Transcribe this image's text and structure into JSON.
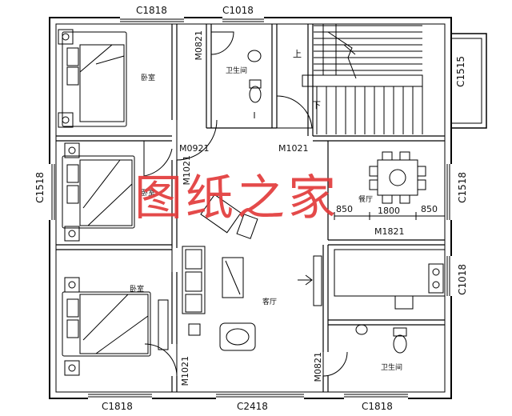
{
  "watermark": "图纸之家",
  "windows": {
    "top_left": "C1818",
    "top_mid": "C1018",
    "right_stair": "C1515",
    "left_mid": "C1518",
    "right_dining": "C1518",
    "right_kitchen": "C1018",
    "bottom_left": "C1818",
    "bottom_mid": "C2418",
    "bottom_right": "C1818"
  },
  "doors": {
    "wc_top": "M0821",
    "bedroom2": "M0921",
    "bedroom2_side": "M1021",
    "stair": "M1021",
    "kitchen": "M1821",
    "bedroom3": "M1021",
    "wc_bottom": "M0821"
  },
  "rooms": {
    "bedroom1": "卧室",
    "bedroom2": "卧室",
    "bedroom3": "卧室",
    "wc_top": "卫生间",
    "wc_bottom": "卫生间",
    "dining": "餐厅",
    "living": "客厅"
  },
  "stair": {
    "up": "上",
    "down": "下"
  },
  "dimensions": [
    "850",
    "1800",
    "850"
  ]
}
